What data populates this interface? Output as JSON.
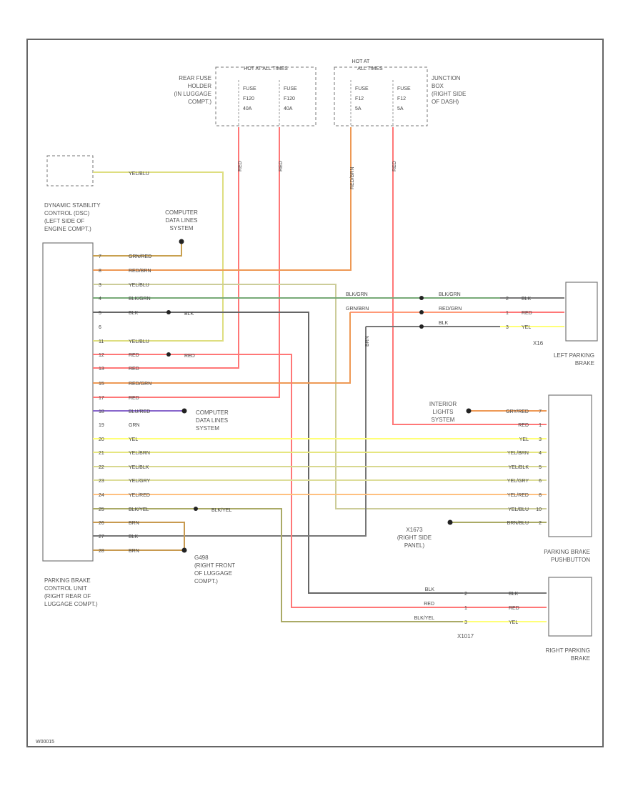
{
  "fuse_boxes": {
    "hot_at_all_times_1": "HOT AT ALL TIMES",
    "hot_at_all_times_2_line1": "HOT AT",
    "hot_at_all_times_2_line2": "ALL TIMES",
    "rear_fuse_holder": [
      "REAR FUSE",
      "HOLDER",
      "(IN LUGGAGE",
      "COMPT.)"
    ],
    "junction_box": [
      "JUNCTION",
      "BOX",
      "(RIGHT SIDE",
      "OF DASH)"
    ],
    "fuses": [
      {
        "name": "FUSE",
        "id": "F120",
        "rating": "40A"
      },
      {
        "name": "FUSE",
        "id": "F120",
        "rating": "40A"
      },
      {
        "name": "FUSE",
        "id": "F12",
        "rating": "5A"
      },
      {
        "name": "FUSE",
        "id": "F12",
        "rating": "5A"
      }
    ]
  },
  "components": {
    "dsc": [
      "DYNAMIC STABILITY",
      "CONTROL (DSC)",
      "(LEFT SIDE OF",
      "ENGINE COMPT.)"
    ],
    "computer_data_1": [
      "COMPUTER",
      "DATA LINES",
      "SYSTEM"
    ],
    "computer_data_2": [
      "COMPUTER",
      "DATA LINES",
      "SYSTEM"
    ],
    "pbcu": [
      "PARKING BRAKE",
      "CONTROL UNIT",
      "(RIGHT REAR OF",
      "LUGGAGE COMPT.)"
    ],
    "left_parking_brake": [
      "LEFT PARKING",
      "BRAKE"
    ],
    "interior_lights": [
      "INTERIOR",
      "LIGHTS",
      "SYSTEM"
    ],
    "pb_pushbutton": [
      "PARKING BRAKE",
      "PUSHBUTTON"
    ],
    "right_parking_brake": [
      "RIGHT PARKING",
      "BRAKE"
    ],
    "g498": [
      "G498",
      "(RIGHT FRONT",
      "OF LUGGAGE",
      "COMPT.)"
    ],
    "x16": "X16",
    "g1": [
      "X1673",
      "(RIGHT SIDE",
      "PANEL)"
    ],
    "x1017": "X1017"
  },
  "wires": {
    "dsc_wire": "YEL/BLU",
    "pbcu_pins": [
      {
        "pin": "7",
        "color": "GRN/RED"
      },
      {
        "pin": "8",
        "color": "RED/BRN"
      },
      {
        "pin": "3",
        "color": "YEL/BLU"
      },
      {
        "pin": "4",
        "color": "BLK/GRN"
      },
      {
        "pin": "5",
        "color": "BLK"
      },
      {
        "pin": "6",
        "color": ""
      },
      {
        "pin": "11",
        "color": "YEL/BLU"
      },
      {
        "pin": "12",
        "color": "RED"
      },
      {
        "pin": "13",
        "color": "RED"
      },
      {
        "pin": "15",
        "color": "RED/GRN"
      },
      {
        "pin": "17",
        "color": "RED"
      },
      {
        "pin": "18",
        "color": "BLU/RED"
      },
      {
        "pin": "19",
        "color": "GRN"
      },
      {
        "pin": "20",
        "color": "YEL"
      },
      {
        "pin": "21",
        "color": "YEL/BRN"
      },
      {
        "pin": "22",
        "color": "YEL/BLK"
      },
      {
        "pin": "23",
        "color": "YEL/GRY"
      },
      {
        "pin": "24",
        "color": "YEL/RED"
      },
      {
        "pin": "25",
        "color": "BLK/YEL"
      },
      {
        "pin": "26",
        "color": "BRN"
      },
      {
        "pin": "27",
        "color": "BLK"
      },
      {
        "pin": "28",
        "color": "BRN"
      }
    ],
    "blk_splice": "BLK",
    "red_splice": "RED",
    "blkyel_splice": "BLK/YEL",
    "fuse_wire_1": "RED",
    "fuse_wire_2": "RED",
    "fuse_wire_3": "RED/BRN",
    "fuse_wire_4": "RED",
    "lpb_mid": [
      {
        "color": "BLK/GRN"
      },
      {
        "color": "GRN/BRN"
      }
    ],
    "lpb_right": [
      {
        "color": "BLK/GRN"
      },
      {
        "color": "RED/GRN"
      },
      {
        "color": "BLK"
      }
    ],
    "lpb_end": [
      {
        "pin": "2",
        "color": "BLK"
      },
      {
        "pin": "1",
        "color": "RED"
      },
      {
        "pin": "3",
        "color": "YEL"
      }
    ],
    "pb_pins": [
      {
        "pin": "7",
        "color": "GRY/RED"
      },
      {
        "pin": "1",
        "color": "RED"
      },
      {
        "pin": "3",
        "color": "YEL"
      },
      {
        "pin": "4",
        "color": "YEL/BRN"
      },
      {
        "pin": "5",
        "color": "YEL/BLK"
      },
      {
        "pin": "6",
        "color": "YEL/GRY"
      },
      {
        "pin": "8",
        "color": "YEL/RED"
      },
      {
        "pin": "10",
        "color": "YEL/BLU"
      },
      {
        "pin": "2",
        "color": "BRN/BLU"
      }
    ],
    "rpb_left": [
      "BLK",
      "RED",
      "BLK/YEL"
    ],
    "rpb_right": [
      {
        "pin": "2",
        "color": "BLK"
      },
      {
        "pin": "1",
        "color": "RED"
      },
      {
        "pin": "3",
        "color": "YEL"
      }
    ],
    "brn_vert": "BRN"
  },
  "footer_id": "W00015"
}
